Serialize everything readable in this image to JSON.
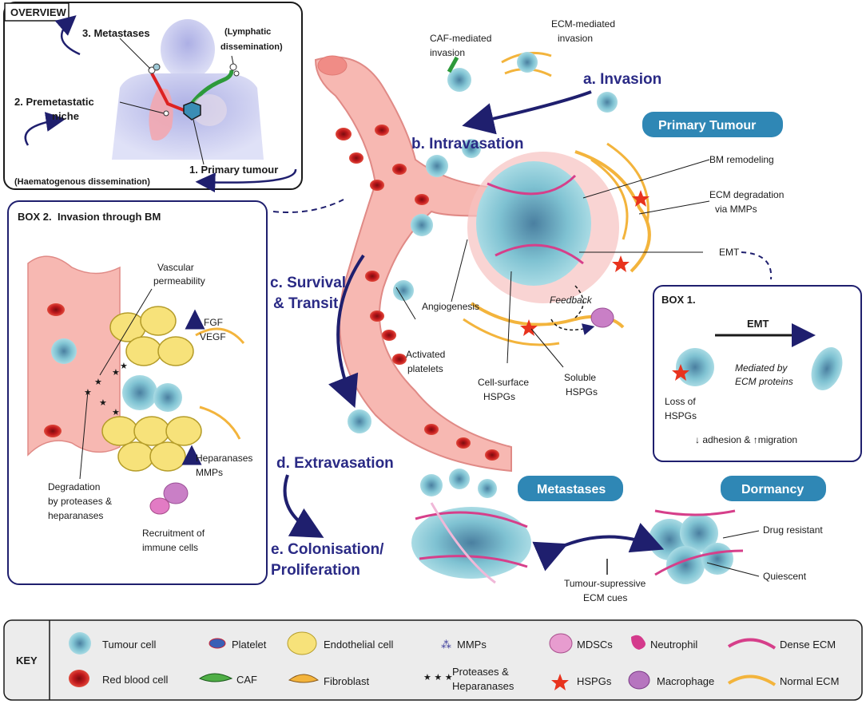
{
  "overview": {
    "title": "OVERVIEW",
    "metastases": "3. Metastases",
    "premetastatic_1": "2. Premetastatic",
    "premetastatic_2": "niche",
    "lymphatic_1": "(Lymphatic",
    "lymphatic_2": "dissemination)",
    "primary": "1. Primary tumour",
    "haematogenous": "(Haematogenous dissemination)"
  },
  "stages": {
    "invasion": "a. Invasion",
    "intravasation": "b. Intravasation",
    "survival_1": "c. Survival",
    "survival_2": "& Transit",
    "extravasation": "d. Extravasation",
    "colonisation_1": "e. Colonisation/",
    "colonisation_2": "Proliferation"
  },
  "labels": {
    "caf_inv_1": "CAF-mediated",
    "caf_inv_2": "invasion",
    "ecm_inv_1": "ECM-mediated",
    "ecm_inv_2": "invasion",
    "primary_tumour": "Primary Tumour",
    "bm_remodeling": "BM remodeling",
    "ecm_deg_1": "ECM degradation",
    "ecm_deg_2": "via MMPs",
    "emt": "EMT",
    "feedback": "Feedback",
    "angiogenesis": "Angiogenesis",
    "activated_1": "Activated",
    "activated_2": "platelets",
    "cell_surface_1": "Cell-surface",
    "cell_surface_2": "HSPGs",
    "soluble_1": "Soluble",
    "soluble_2": "HSPGs",
    "metastases": "Metastases",
    "dormancy": "Dormancy",
    "drug_resistant": "Drug resistant",
    "quiescent": "Quiescent",
    "tumour_supp_1": "Tumour-supressive",
    "tumour_supp_2": "ECM cues"
  },
  "box1": {
    "title": "BOX 1.",
    "emt": "EMT",
    "mediated_1": "Mediated by",
    "mediated_2": "ECM proteins",
    "loss_1": "Loss of",
    "loss_2": "HSPGs",
    "footer": "↓ adhesion & ↑migration"
  },
  "box2": {
    "title_prefix": "BOX 2.",
    "title": "Invasion through BM",
    "vascular_1": "Vascular",
    "vascular_2": "permeability",
    "fgf": "FGF",
    "vegf": "VEGF",
    "heparanases": "Heparanases",
    "mmps": "MMPs",
    "degradation_1": "Degradation",
    "degradation_2": "by proteases &",
    "degradation_3": "heparanases",
    "recruitment_1": "Recruitment of",
    "recruitment_2": "immune cells"
  },
  "key": {
    "title": "KEY",
    "tumour_cell": "Tumour cell",
    "platelet": "Platelet",
    "endothelial": "Endothelial cell",
    "mmps": "MMPs",
    "mdscs": "MDSCs",
    "neutrophil": "Neutrophil",
    "dense_ecm": "Dense ECM",
    "rbc": "Red blood cell",
    "caf": "CAF",
    "fibroblast": "Fibroblast",
    "proteases_1": "Proteases &",
    "proteases_2": "Heparanases",
    "hspgs": "HSPGs",
    "macrophage": "Macrophage",
    "normal_ecm": "Normal ECM"
  },
  "colors": {
    "stage_text": "#2a2a85",
    "pill": "#2f87b5",
    "vessel": "#f4aaa6",
    "rbc": "#c0191c",
    "tumour": "#7fbfd0",
    "ecm_normal": "#f3b43c",
    "ecm_dense": "#d63f8a"
  }
}
